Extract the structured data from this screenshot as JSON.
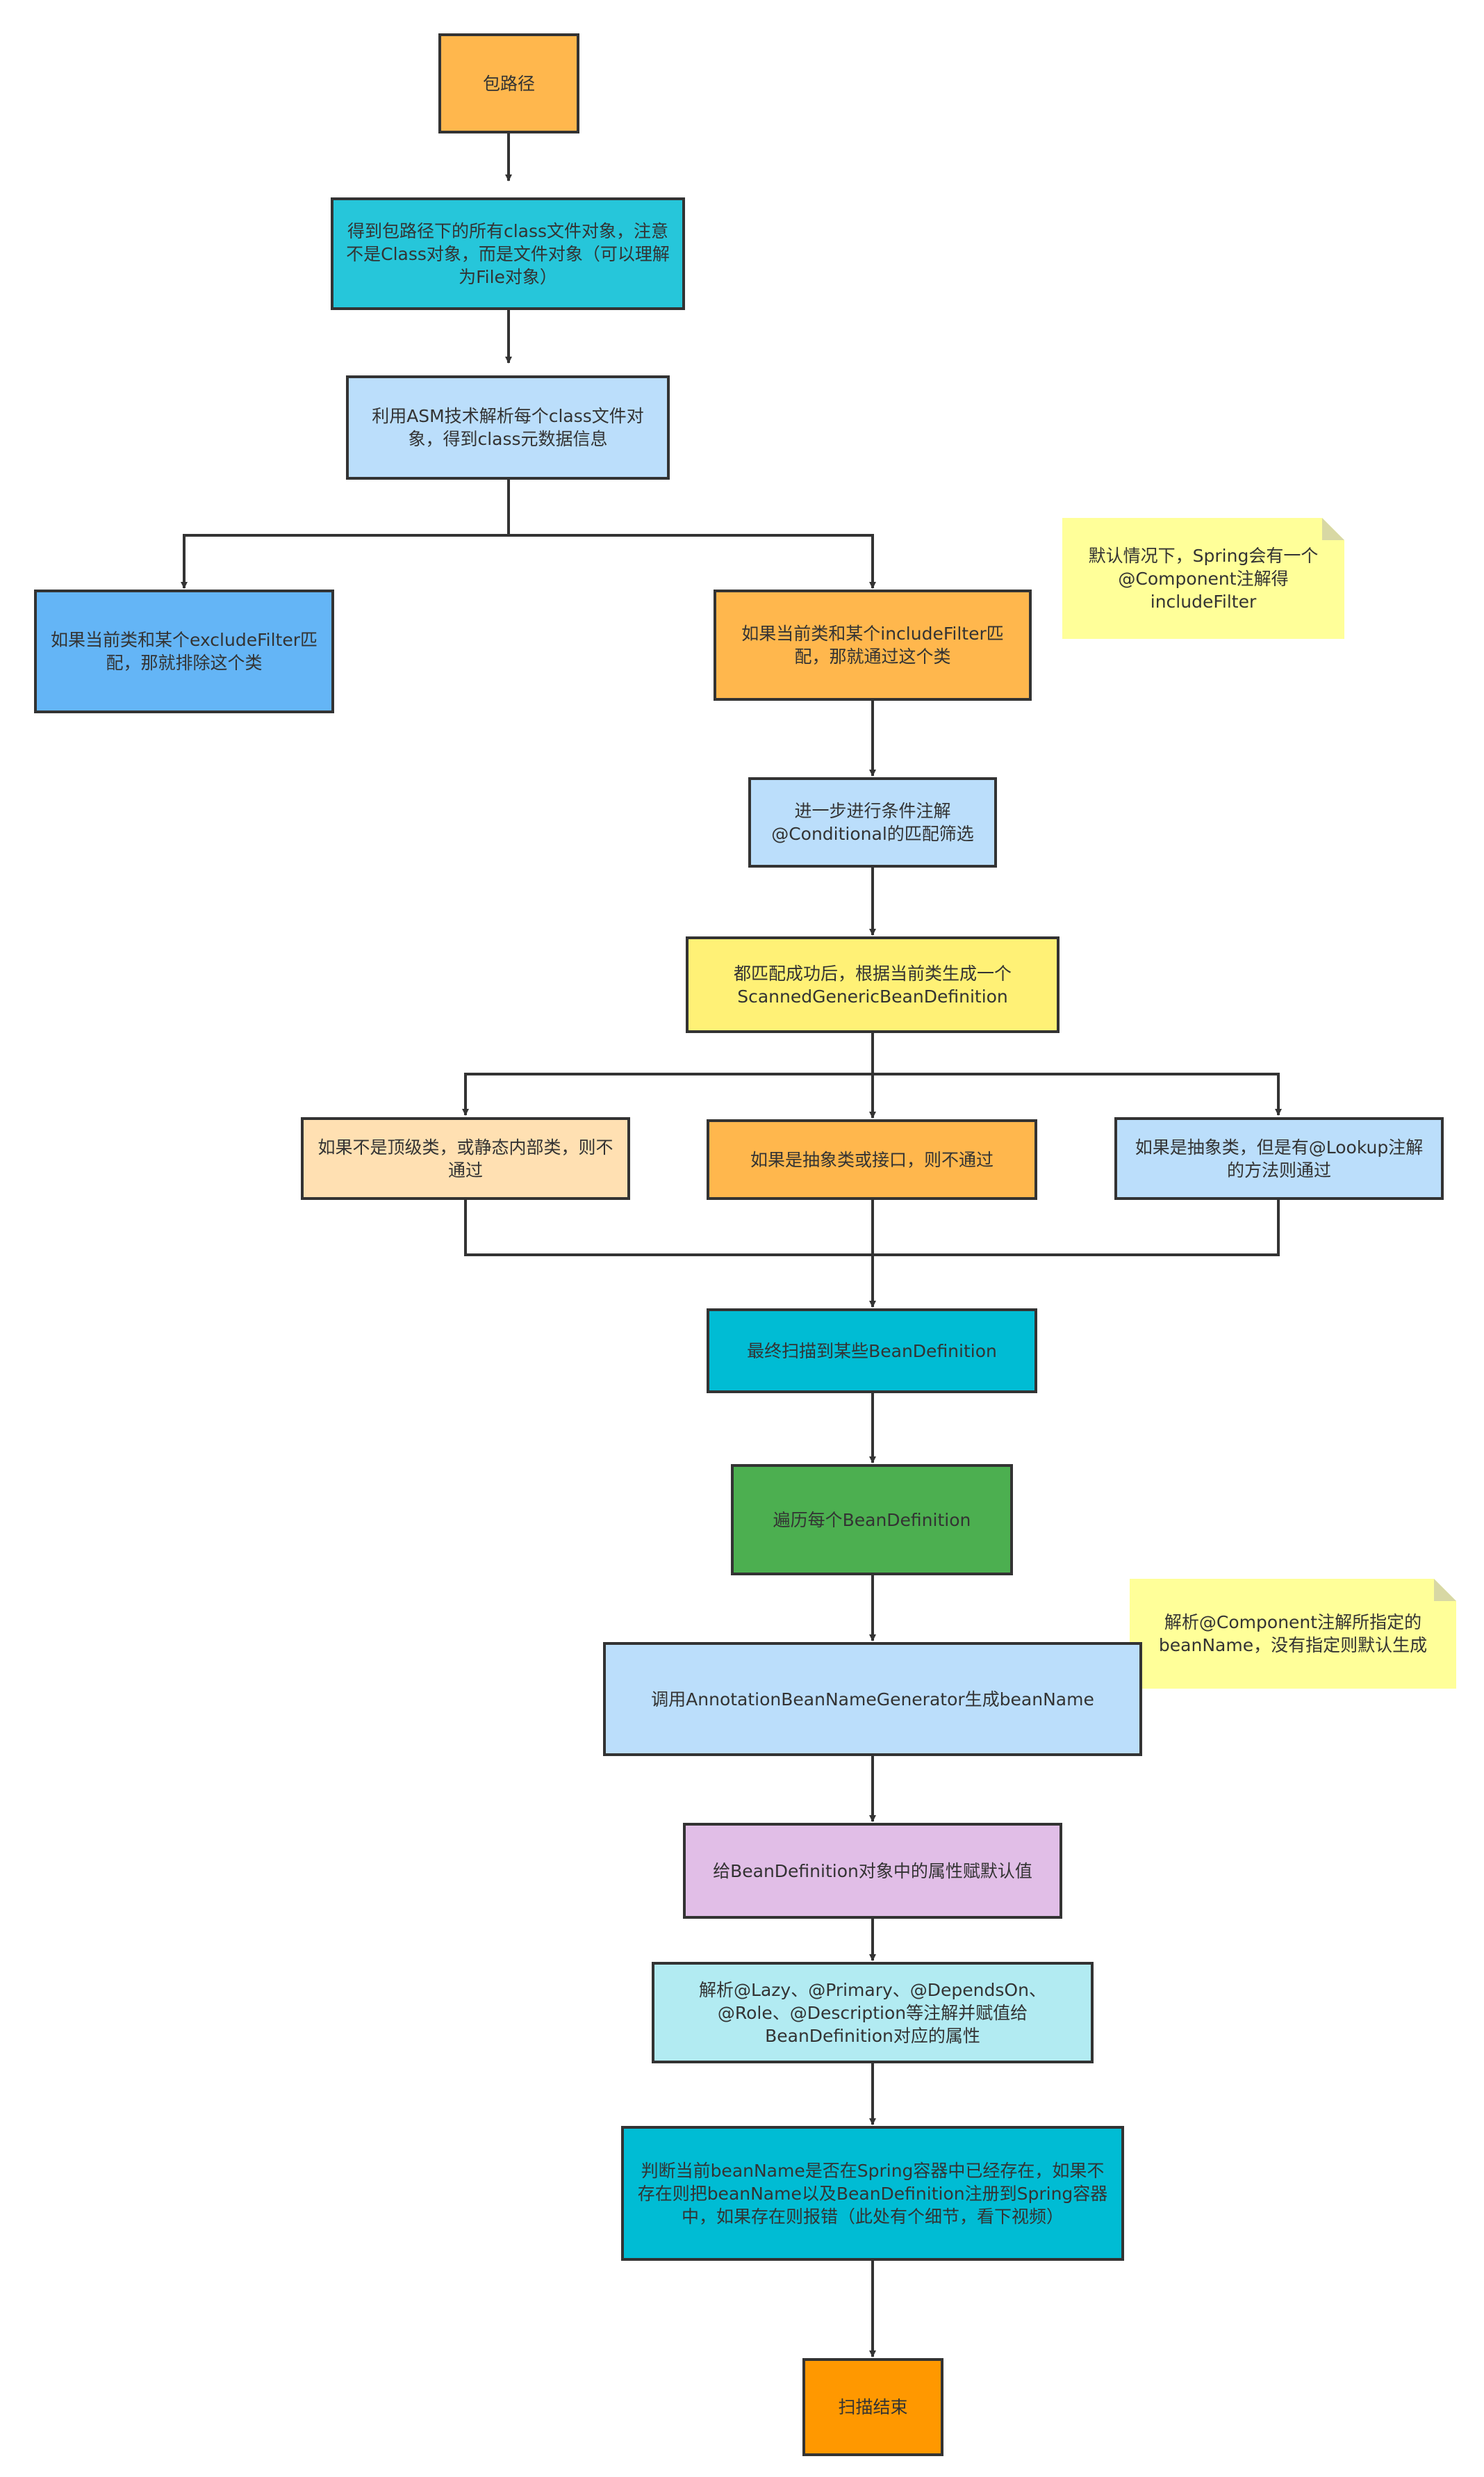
{
  "nodes": {
    "package_path": "包路径",
    "get_class_files": "得到包路径下的所有class文件对象，注意不是Class对象，而是文件对象（可以理解为File对象）",
    "asm_parse": "利用ASM技术解析每个class文件对象，得到class元数据信息",
    "exclude_filter": "如果当前类和某个excludeFilter匹配，那就排除这个类",
    "include_filter": "如果当前类和某个includeFilter匹配，那就通过这个类",
    "conditional": "进一步进行条件注解@Conditional的匹配筛选",
    "generate_bd": "都匹配成功后，根据当前类生成一个ScannedGenericBeanDefinition",
    "not_top_level": "如果不是顶级类，或静态内部类，则不通过",
    "abstract_or_interface": "如果是抽象类或接口，则不通过",
    "abstract_lookup": "如果是抽象类，但是有@Lookup注解的方法则通过",
    "final_scanned": "最终扫描到某些BeanDefinition",
    "iterate_bd": "遍历每个BeanDefinition",
    "bean_name_generator": "调用AnnotationBeanNameGenerator生成beanName",
    "default_values": "给BeanDefinition对象中的属性赋默认值",
    "parse_annotations": "解析@Lazy、@Primary、@DependsOn、@Role、@Description等注解并赋值给BeanDefinition对应的属性",
    "register": "判断当前beanName是否在Spring容器中已经存在，如果不存在则把beanName以及BeanDefinition注册到Spring容器中，如果存在则报错（此处有个细节，看下视频）",
    "scan_end": "扫描结束"
  },
  "notes": {
    "include_filter_note": "默认情况下，Spring会有一个@Component注解得includeFilter",
    "bean_name_note": "解析@Component注解所指定的beanName，没有指定则默认生成"
  },
  "colors": {
    "orange": "#ffb74d",
    "cyan": "#26c6da",
    "light_blue": "#bbdefb",
    "blue": "#64b5f6",
    "yellow": "#fff176",
    "peach": "#ffe0b2",
    "teal": "#00bcd4",
    "green": "#4caf50",
    "purple": "#e1bee7",
    "pale_cyan": "#b2ebf2",
    "deep_orange": "#ff9800",
    "note_yellow": "#ffff99"
  }
}
